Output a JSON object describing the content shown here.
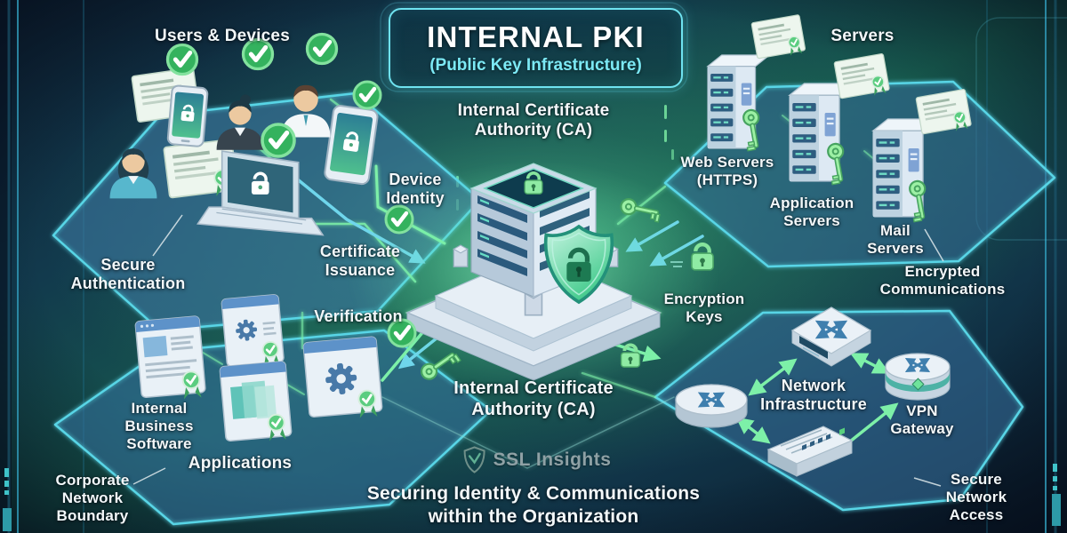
{
  "title": {
    "main": "INTERNAL PKI",
    "subtitle": "(Public Key Infrastructure)"
  },
  "labels": {
    "users_devices": "Users & Devices",
    "servers": "Servers",
    "ca_top": "Internal Certificate\nAuthority (CA)",
    "device_identity": "Device\nIdentity",
    "certificate_issuance": "Certificate\nIssuance",
    "verification": "Verification",
    "secure_authentication": "Secure\nAuthentication",
    "internal_business_software": "Internal\nBusiness\nSoftware",
    "applications": "Applications",
    "corporate_network_boundary": "Corporate\nNetwork\nBoundary",
    "web_servers": "Web Servers\n(HTTPS)",
    "application_servers": "Application\nServers",
    "mail_servers": "Mail\nServers",
    "encrypted_communications": "Encrypted\nCommunications",
    "encryption_keys": "Encryption\nKeys",
    "network_infrastructure": "Network\nInfrastructure",
    "vpn_gateway": "VPN\nGateway",
    "secure_network_access": "Secure\nNetwork\nAccess",
    "ca_bottom": "Internal Certificate\nAuthority (CA)"
  },
  "branding": {
    "logo_text": "SSL Insights"
  },
  "footer": {
    "tagline": "Securing Identity & Communications\nwithin the Organization"
  },
  "icons": {
    "check_icon": "green circled checkmark",
    "padlock_icon": "green padlock",
    "key_icon": "green key",
    "shield_lock_icon": "shield with padlock",
    "certificate_icon": "certificate with ribbon seal",
    "server_tower_icon": "server tower",
    "switch_icon": "network switch with crossed arrows",
    "router_icon": "round router with crossed arrows",
    "rack_switch_icon": "rack switch",
    "vpn_gateway_icon": "cylindrical vpn gateway",
    "laptop_icon": "laptop with padlock screen",
    "smartphone_icon": "smartphone with padlock screen",
    "tablet_icon": "tablet with padlock screen",
    "browser_window_icon": "application window",
    "gear_icon": "gear",
    "user_avatar_icon": "person avatar",
    "brand_shield_icon": "shield outline logo"
  },
  "colors": {
    "background_navy": "#0d1f33",
    "center_teal_glow": "#3fae7c",
    "hex_fill": "rgba(58,118,160,0.38)",
    "hex_stroke": "#58d5e6",
    "line_green": "#7df0a8",
    "arrow_cyan": "#6fd6ec",
    "check_green": "#34b25e",
    "icon_green": "#8feba4",
    "title_cyan": "#7ce9f5",
    "text_white": "#f3f8fa",
    "brand_gray": "#8fa1a5"
  }
}
